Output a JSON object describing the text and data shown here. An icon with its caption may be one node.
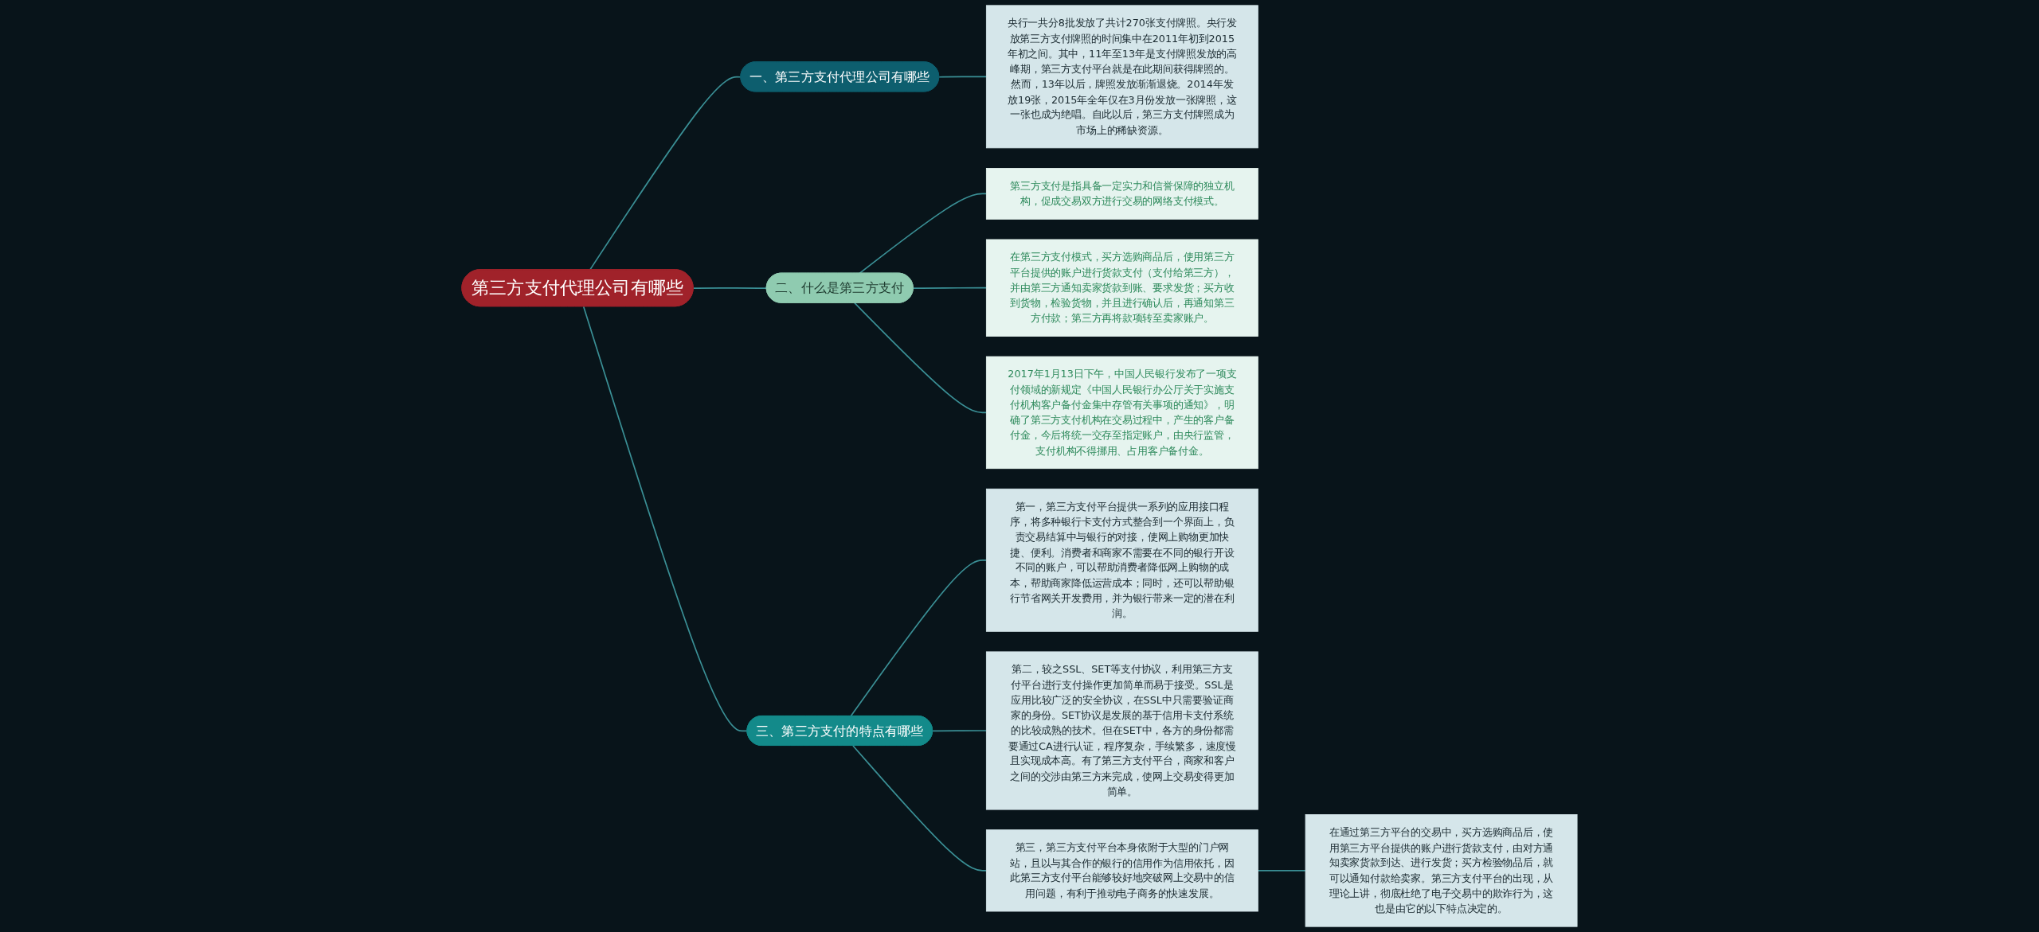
{
  "diagram": {
    "nodes": [
      {
        "text": [
          "第三方支付代理公司有哪些"
        ]
      },
      {
        "text": [
          "一、第三方支付代理公司有哪些"
        ]
      },
      {
        "text": [
          "央行一共分8批发放了共计270张支付牌照。央行发放第三方支付牌照的时间集中在2011年初到2015年初之间。其中，11年至13年是支付牌照发放的高峰期，第三方支付平台就是在此期间获得牌照的。然而，13年以后，牌照发放渐渐退烧。2014年发放19张，2015年全年仅在3月份发放一张牌照，这一张也成为绝唱。自此以后，第三方支付牌照成为市场上的稀缺资源。"
        ]
      },
      {
        "text": [
          "二、什么是第三方支付"
        ]
      },
      {
        "text": [
          "第三方支付是指具备一定实力和信誉保障的独立机构，促成交易双方进行交易的网络支付模式。"
        ]
      },
      {
        "text": [
          "在第三方支付模式，买方选购商品后，使用第三方平台提供的账户进行货款支付（支付给第三方），并由第三方通知卖家货款到账、要求发货；买方收到货物，检验货物，并且进行确认后，再通知第三方付款；第三方再将款项转至卖家账户。"
        ]
      },
      {
        "text": [
          "2017年1月13日下午，中国人民银行发布了一项支付领域的新规定《中国人民银行办公厅关于实施支付机构客户备付金集中存管有关事项的通知》，明确了第三方支付机构在交易过程中，产生的客户备付金，今后将统一交存至指定账户，由央行监管，支付机构不得挪用、占用客户备付金。"
        ]
      },
      {
        "text": [
          "三、第三方支付的特点有哪些"
        ]
      },
      {
        "text": [
          "第一，第三方支付平台提供一系列的应用接口程序，将多种银行卡支付方式整合到一个界面上，负责交易结算中与银行的对接，使网上购物更加快捷、便利。消费者和商家不需要在不同的银行开设不同的账户，可以帮助消费者降低网上购物的成本，帮助商家降低运营成本；同时，还可以帮助银行节省网关开发费用，并为银行带来一定的潜在利润。"
        ]
      },
      {
        "text": [
          "第二，较之SSL、SET等支付协议，利用第三方支付平台进行支付操作更加简单而易于接受。SSL是应用比较广泛的安全协议，在SSL中只需要验证商家的身份。SET协议是发展的基于信用卡支付系统的比较成熟的技术。但在SET中，各方的身份都需要通过CA进行认证，程序复杂，手续繁多，速度慢且实现成本高。有了第三方支付平台，商家和客户之间的交涉由第三方来完成，使网上交易变得更加简单。"
        ]
      },
      {
        "text": [
          "第三，第三方支付平台本身依附于大型的门户网站，且以与其合作的银行的信用作为信用依托，因此第三方支付平台能够较好地突破网上交易中的信用问题，有利于推动电子商务的快速发展。"
        ]
      },
      {
        "text": [
          "在通过第三方平台的交易中，买方选购商品后，使用第三方平台提供的账户进行货款支付，由对方通知卖家货款到达、进行发货；买方检验物品后，就可以通知付款给卖家。第三方支付平台的出现，从理论上讲，彻底杜绝了电子交易中的欺诈行为，这也是由它的以下特点决定的。"
        ]
      }
    ],
    "edges": [
      {
        "from": 0,
        "to": 1,
        "arrow": "none"
      },
      {
        "from": 1,
        "to": 2,
        "arrow": "none"
      },
      {
        "from": 0,
        "to": 3,
        "arrow": "none"
      },
      {
        "from": 3,
        "to": 4,
        "arrow": "none"
      },
      {
        "from": 3,
        "to": 5,
        "arrow": "none"
      },
      {
        "from": 3,
        "to": 6,
        "arrow": "none"
      },
      {
        "from": 0,
        "to": 7,
        "arrow": "none"
      },
      {
        "from": 7,
        "to": 8,
        "arrow": "none"
      },
      {
        "from": 7,
        "to": 9,
        "arrow": "none"
      },
      {
        "from": 7,
        "to": 10,
        "arrow": "none"
      },
      {
        "from": 10,
        "to": 11,
        "arrow": "none"
      }
    ]
  }
}
